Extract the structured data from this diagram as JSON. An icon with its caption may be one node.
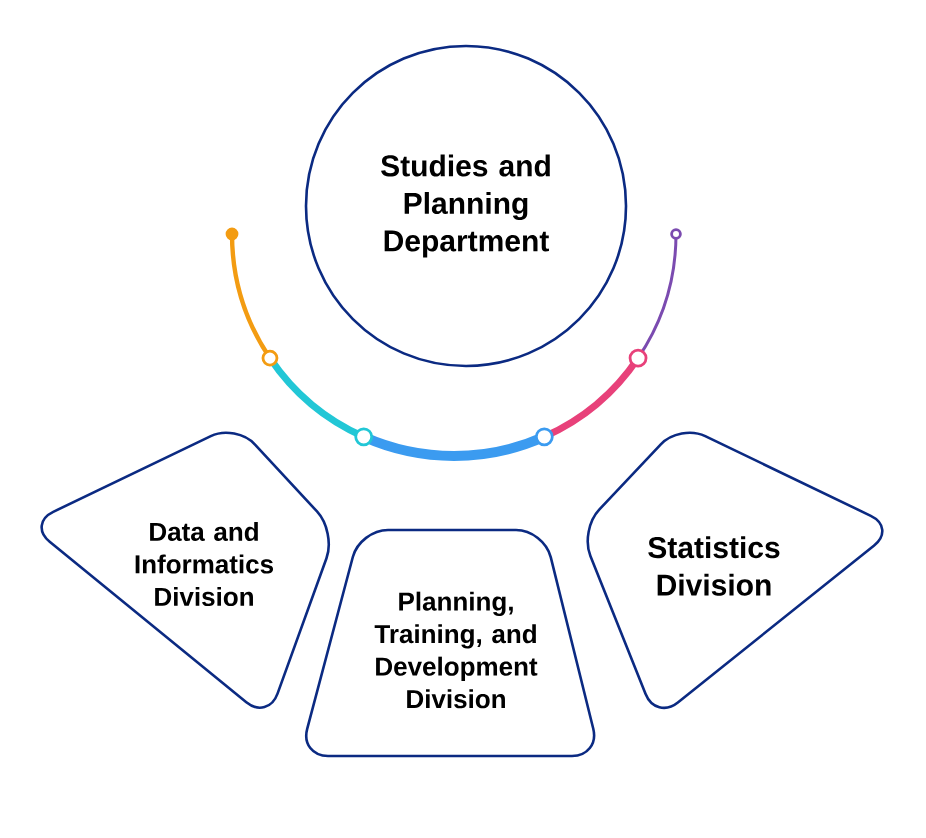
{
  "diagram": {
    "nodes": [
      {
        "text": [
          "Studies and Planning Department"
        ]
      },
      {
        "text": [
          "Data and Informatics Division"
        ]
      },
      {
        "text": [
          "Planning, Training, and Development Division"
        ]
      },
      {
        "text": [
          "Statistics Division"
        ]
      }
    ]
  }
}
